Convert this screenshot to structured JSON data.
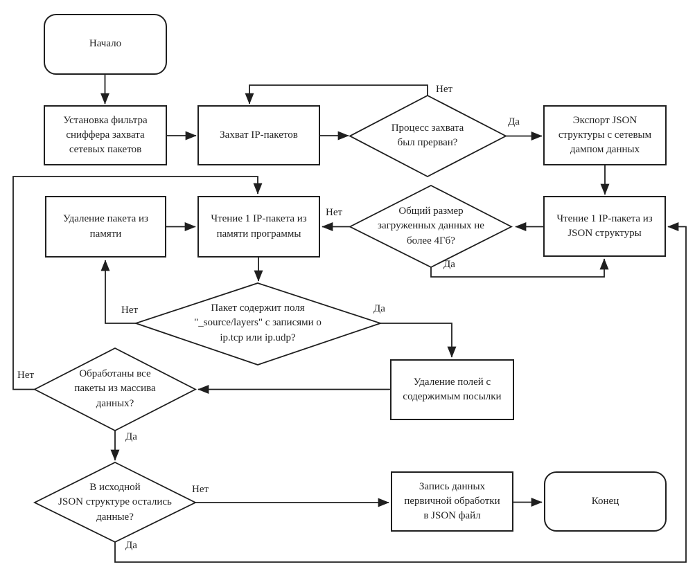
{
  "diagram": {
    "background": "#ffffff",
    "line_color": "#1f1f1f",
    "text_color": "#1f1f1f",
    "language": "ru"
  },
  "nodes": {
    "start": {
      "shape": "terminator",
      "label": "Начало"
    },
    "setup_filter": {
      "shape": "process",
      "label": "Установка фильтра\nсниффера захвата\nсетевых пакетов"
    },
    "capture": {
      "shape": "process",
      "label": "Захват IP-пакетов"
    },
    "q_interrupted": {
      "shape": "decision",
      "label": "Процесс захвата\nбыл прерван?"
    },
    "export_json": {
      "shape": "process",
      "label": "Экспорт JSON\nструктуры с сетевым\nдампом данных"
    },
    "read_json": {
      "shape": "process",
      "label": "Чтение 1 IP-пакета из\nJSON структуры"
    },
    "q_size": {
      "shape": "decision",
      "label": "Общий размер\nзагруженных данных не\nболее 4Гб?"
    },
    "delete_packet": {
      "shape": "process",
      "label": "Удаление пакета из\nпамяти"
    },
    "read_memory": {
      "shape": "process",
      "label": "Чтение 1 IP-пакета из\nпамяти программы"
    },
    "q_fields": {
      "shape": "decision",
      "label": "Пакет содержит поля\n\"_source/layers\" с записями о\nip.tcp или ip.udp?"
    },
    "delete_fields": {
      "shape": "process",
      "label": "Удаление полей с\nсодержимым посылки"
    },
    "q_all_processed": {
      "shape": "decision",
      "label": "Обработаны все\nпакеты из массива\nданных?"
    },
    "q_json_left": {
      "shape": "decision",
      "label": "В исходной\nJSON структуре остались\nданные?"
    },
    "write_json": {
      "shape": "process",
      "label": "Запись данных\nпервичной обработки\nв JSON файл"
    },
    "end": {
      "shape": "terminator",
      "label": "Конец"
    }
  },
  "branch_labels": {
    "interrupted_yes": "Да",
    "interrupted_no": "Нет",
    "size_yes": "Да",
    "size_no": "Нет",
    "fields_yes": "Да",
    "fields_no": "Нет",
    "all_processed_yes": "Да",
    "all_processed_no": "Нет",
    "json_left_yes": "Да",
    "json_left_no": "Нет"
  }
}
